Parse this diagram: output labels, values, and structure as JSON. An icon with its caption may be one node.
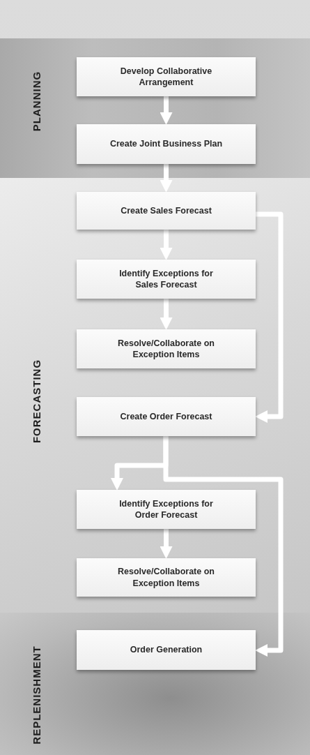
{
  "diagram": {
    "nodes": [
      {
        "text": [
          "PLANNING"
        ]
      },
      {
        "text": [
          "Develop Collaborative Arrangement"
        ],
        "in": 0
      },
      {
        "text": [
          "Create Joint Business Plan"
        ],
        "in": 0
      },
      {
        "text": [
          "FORECASTING"
        ]
      },
      {
        "text": [
          "Create Sales Forecast"
        ],
        "in": 3
      },
      {
        "text": [
          "Identify Exceptions for Sales Forecast"
        ],
        "in": 3
      },
      {
        "text": [
          "Resolve/Collaborate on Exception Items"
        ],
        "in": 3
      },
      {
        "text": [
          "Create Order Forecast"
        ],
        "in": 3
      },
      {
        "text": [
          "Identify Exceptions for Order Forecast"
        ],
        "in": 3
      },
      {
        "text": [
          "Resolve/Collaborate on Exception Items"
        ],
        "in": 3
      },
      {
        "text": [
          "REPLENISHMENT"
        ]
      },
      {
        "text": [
          "Order Generation"
        ],
        "in": 10
      }
    ],
    "edges": [
      {
        "from": 1,
        "to": 2,
        "arrow": "to"
      },
      {
        "from": 2,
        "to": 4,
        "arrow": "to"
      },
      {
        "from": 4,
        "to": 5,
        "arrow": "to"
      },
      {
        "from": 5,
        "to": 6,
        "arrow": "to"
      },
      {
        "from": 4,
        "to": 7,
        "arrow": "to"
      },
      {
        "from": 7,
        "to": 8,
        "arrow": "to"
      },
      {
        "from": 7,
        "to": 11,
        "arrow": "to"
      },
      {
        "from": 8,
        "to": 9,
        "arrow": "to"
      }
    ]
  }
}
